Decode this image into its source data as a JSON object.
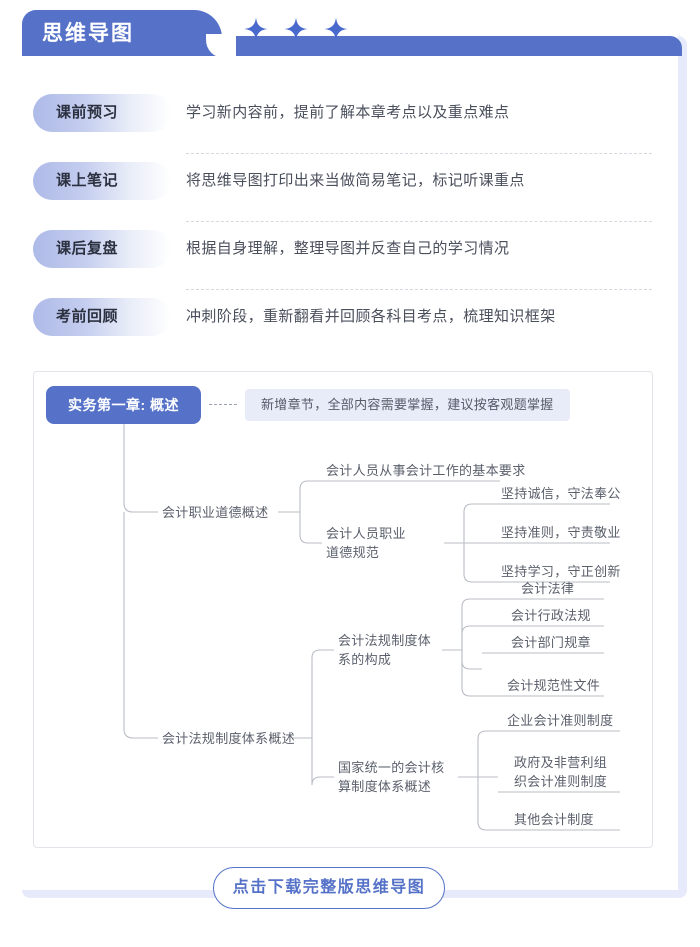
{
  "header": {
    "title": "思维导图",
    "decor_icon": "sparkle-star-icon",
    "star_count": 3,
    "accent_color": "#5572C8"
  },
  "steps": [
    {
      "label": "课前预习",
      "text": "学习新内容前，提前了解本章考点以及重点难点"
    },
    {
      "label": "课上笔记",
      "text": "将思维导图打印出来当做简易笔记，标记听课重点"
    },
    {
      "label": "课后复盘",
      "text": "根据自身理解，整理导图并反查自己的学习情况"
    },
    {
      "label": "考前回顾",
      "text": "冲刺阶段，重新翻看并回顾各科目考点，梳理知识框架"
    }
  ],
  "mindmap": {
    "root_label": "实务第一章: 概述",
    "root_note": "新增章节，全部内容需要掌握，建议按客观题掌握",
    "branches": [
      {
        "label": "会计职业道德概述",
        "children": [
          {
            "label": "会计人员从事会计工作的基本要求",
            "children": []
          },
          {
            "label": "会计人员职业\n道德规范",
            "children": [
              {
                "label": "坚持诚信，守法奉公"
              },
              {
                "label": "坚持准则，守责敬业"
              },
              {
                "label": "坚持学习，守正创新"
              }
            ]
          }
        ]
      },
      {
        "label": "会计法规制度体系概述",
        "children": [
          {
            "label": "会计法规制度体\n系的构成",
            "children": [
              {
                "label": "会计法律"
              },
              {
                "label": "会计行政法规"
              },
              {
                "label": "会计部门规章"
              },
              {
                "label": "会计规范性文件"
              }
            ]
          },
          {
            "label": "国家统一的会计核\n算制度体系概述",
            "children": [
              {
                "label": "企业会计准则制度"
              },
              {
                "label": "政府及非营利组\n织会计准则制度"
              },
              {
                "label": "其他会计制度"
              }
            ]
          }
        ]
      }
    ]
  },
  "download_button": {
    "label": "点击下载完整版思维导图"
  }
}
